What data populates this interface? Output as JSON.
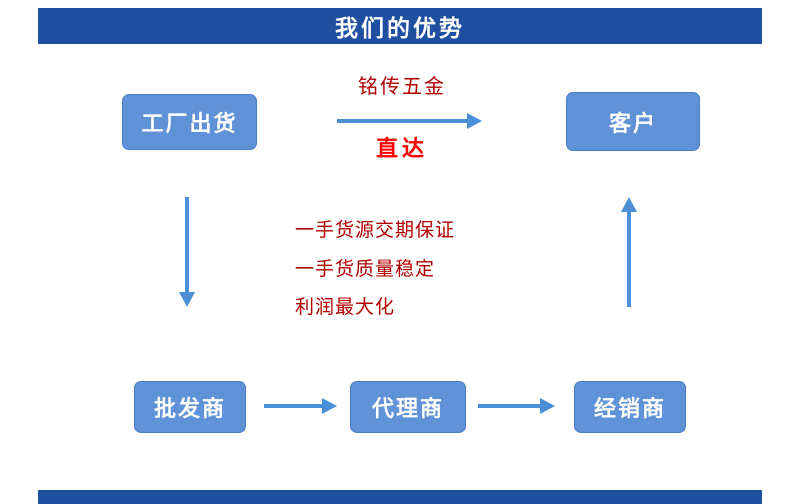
{
  "header": {
    "title": "我们的优势"
  },
  "flow": {
    "factory": "工厂出货",
    "customer": "客户",
    "wholesaler": "批发商",
    "agent": "代理商",
    "distributor": "经销商",
    "brand": "铭传五金",
    "direct": "直达",
    "benefits": [
      "一手货源交期保证",
      "一手货质量稳定",
      "利润最大化"
    ]
  },
  "colors": {
    "banner": "#1e4fa1",
    "node_fill": "#5f92d6",
    "node_border": "#4a7ec6",
    "arrow": "#4a90d9",
    "dark_red": "#b00000",
    "bright_red": "#ff0000"
  }
}
